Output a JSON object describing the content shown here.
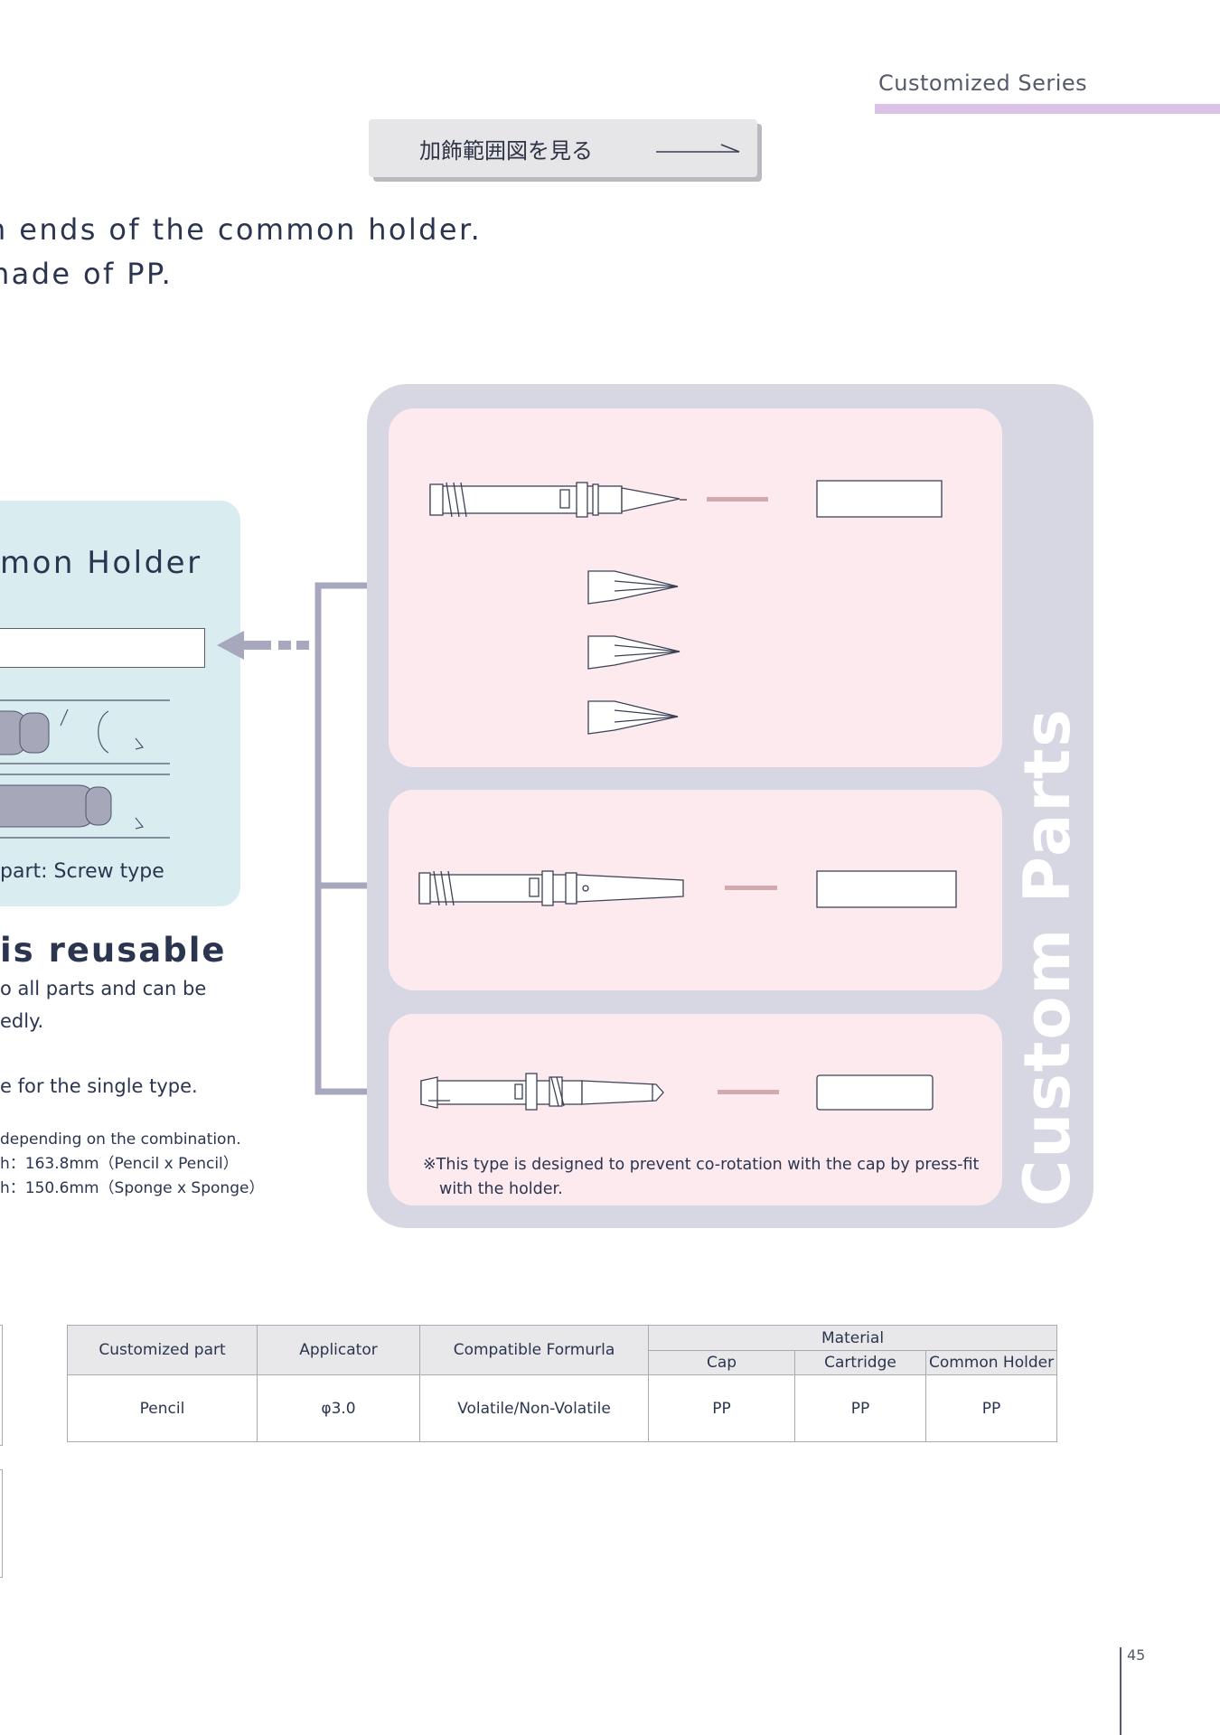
{
  "header": {
    "series_title": "Customized Series",
    "accent_color": "#dcc2e6",
    "view_button_label": "加飾範囲図を見る"
  },
  "intro": {
    "line1": "h ends of the common holder.",
    "line2": "nade of PP."
  },
  "common_holder": {
    "title": "mon Holder",
    "note": "part: Screw type"
  },
  "reusable": {
    "title": "is reusable",
    "body": [
      "o all parts and can be",
      "edly.",
      "",
      "e for the single type."
    ],
    "notes": [
      "depending on the combination.",
      "h：163.8mm（Pencil x Pencil）",
      "h：150.6mm（Sponge x Sponge）"
    ]
  },
  "custom_parts": {
    "label": "Custom Parts",
    "note_line1": "※This type is designed to prevent co-rotation with the cap by press-fit",
    "note_line2": "with the holder."
  },
  "table": {
    "headers": [
      "Customized part",
      "Applicator",
      "Compatible Formurla",
      "Material"
    ],
    "material_sub": [
      "Cap",
      "Cartridge",
      "Common Holder"
    ],
    "row": [
      "Pencil",
      "φ3.0",
      "Volatile/Non-Volatile",
      "PP",
      "PP",
      "PP"
    ]
  },
  "page_number": "45"
}
